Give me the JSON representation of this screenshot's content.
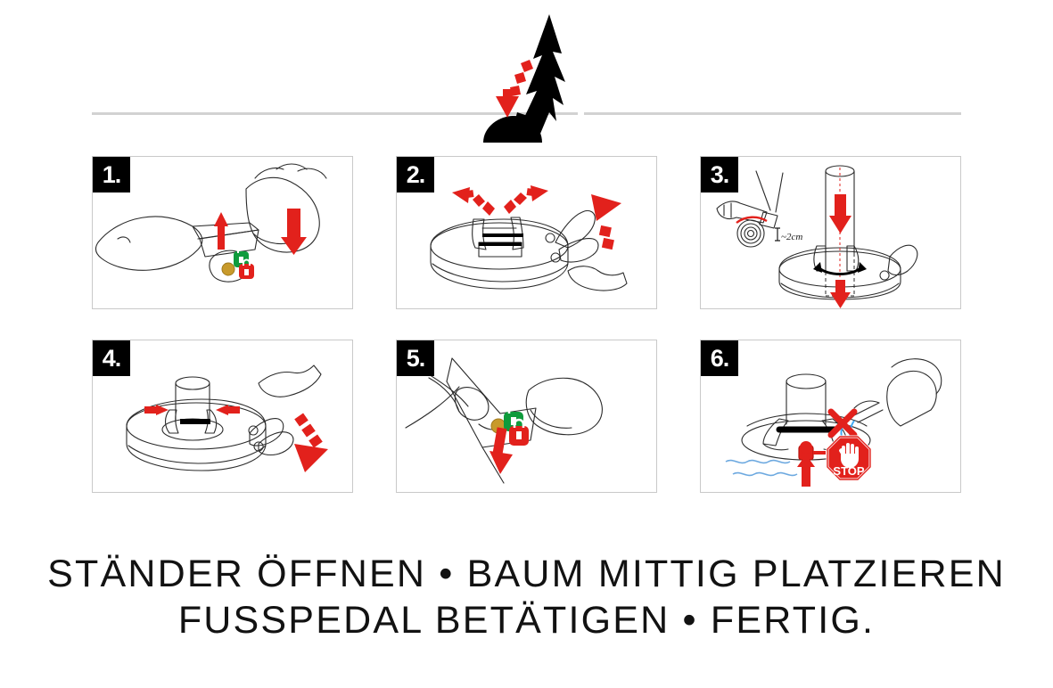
{
  "header": {
    "logo_name": "christmas-tree-stand-logo",
    "logo_description": "black fir tree tilting into a black stand base with a red curved dashed arrow",
    "colors": {
      "red": "#e2211c",
      "black": "#000000",
      "rule": "#d2d2d2"
    }
  },
  "steps": [
    {
      "number": "1.",
      "name": "open-stand-press-pedal",
      "arrows": [
        "up",
        "down"
      ],
      "badges": {
        "unlocked": "green-open-padlock",
        "locked": "red-closed-padlock"
      },
      "accent_dot": "#c89a2b"
    },
    {
      "number": "2.",
      "name": "clamps-open-pedal-up",
      "arrows": [
        "left",
        "right",
        "up-right-dashed"
      ]
    },
    {
      "number": "3.",
      "name": "cut-trunk-insert-tree",
      "annotation": "~2cm",
      "arrows": [
        "down",
        "down-into-base",
        "rotate"
      ]
    },
    {
      "number": "4.",
      "name": "press-pedal-clamps-close",
      "arrows": [
        "right",
        "left",
        "down-right-dashed"
      ]
    },
    {
      "number": "5.",
      "name": "pedal-locks-tree",
      "badges": {
        "unlocked": "green-open-padlock",
        "locked": "red-closed-padlock"
      },
      "arrows": [
        "down-right"
      ],
      "accent_dot": "#c89a2b"
    },
    {
      "number": "6.",
      "name": "fill-water-to-level",
      "arrows": [
        "up"
      ],
      "signs": {
        "stop": "STOP",
        "forbidden": "red-cross"
      }
    }
  ],
  "caption": {
    "line1": "STÄNDER ÖFFNEN • BAUM MITTIG PLATZIEREN",
    "line2": "FUSSPEDAL BETÄTIGEN • FERTIG."
  }
}
